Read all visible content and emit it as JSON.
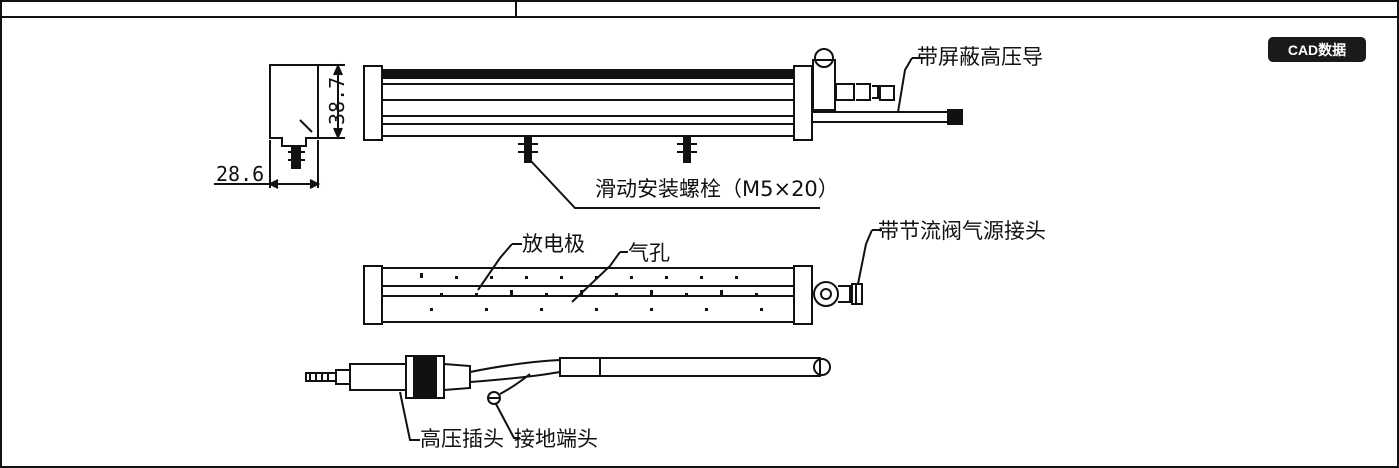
{
  "badge": {
    "label": "CAD数据",
    "bg": "#1a1a1a",
    "fg": "#ffffff"
  },
  "labels": {
    "shield_cable": "带屏蔽高压导",
    "mount_bolt": "滑动安装螺栓（M5×20）",
    "electrode": "放电极",
    "air_hole": "气孔",
    "throttle_fitting": "带节流阀气源接头",
    "hv_plug": "高压插头",
    "ground_terminal": "接地端头"
  },
  "dimensions": {
    "height": "38.7",
    "width": "28.6"
  },
  "colors": {
    "line": "#111111",
    "background": "#ffffff"
  }
}
